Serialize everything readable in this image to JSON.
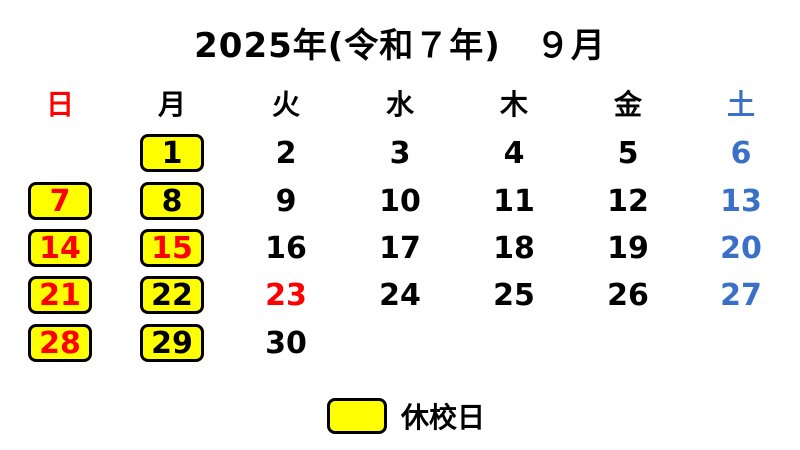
{
  "title": "2025年(令和７年)　９月",
  "colors": {
    "sunday": "#ff0000",
    "saturday": "#3a70c8",
    "weekday": "#000000",
    "holiday_fill": "#ffff00"
  },
  "weekdays": [
    {
      "label": "日",
      "color": "#ff0000"
    },
    {
      "label": "月",
      "color": "#000000"
    },
    {
      "label": "火",
      "color": "#000000"
    },
    {
      "label": "水",
      "color": "#000000"
    },
    {
      "label": "木",
      "color": "#000000"
    },
    {
      "label": "金",
      "color": "#000000"
    },
    {
      "label": "土",
      "color": "#3a70c8"
    }
  ],
  "weeks": [
    [
      null,
      {
        "day": "1",
        "holiday": true,
        "color": "#000000"
      },
      {
        "day": "2",
        "holiday": false,
        "color": "#000000"
      },
      {
        "day": "3",
        "holiday": false,
        "color": "#000000"
      },
      {
        "day": "4",
        "holiday": false,
        "color": "#000000"
      },
      {
        "day": "5",
        "holiday": false,
        "color": "#000000"
      },
      {
        "day": "6",
        "holiday": false,
        "color": "#3a70c8"
      }
    ],
    [
      {
        "day": "7",
        "holiday": true,
        "color": "#ff0000"
      },
      {
        "day": "8",
        "holiday": true,
        "color": "#000000"
      },
      {
        "day": "9",
        "holiday": false,
        "color": "#000000"
      },
      {
        "day": "10",
        "holiday": false,
        "color": "#000000"
      },
      {
        "day": "11",
        "holiday": false,
        "color": "#000000"
      },
      {
        "day": "12",
        "holiday": false,
        "color": "#000000"
      },
      {
        "day": "13",
        "holiday": false,
        "color": "#3a70c8"
      }
    ],
    [
      {
        "day": "14",
        "holiday": true,
        "color": "#ff0000"
      },
      {
        "day": "15",
        "holiday": true,
        "color": "#ff0000"
      },
      {
        "day": "16",
        "holiday": false,
        "color": "#000000"
      },
      {
        "day": "17",
        "holiday": false,
        "color": "#000000"
      },
      {
        "day": "18",
        "holiday": false,
        "color": "#000000"
      },
      {
        "day": "19",
        "holiday": false,
        "color": "#000000"
      },
      {
        "day": "20",
        "holiday": false,
        "color": "#3a70c8"
      }
    ],
    [
      {
        "day": "21",
        "holiday": true,
        "color": "#ff0000"
      },
      {
        "day": "22",
        "holiday": true,
        "color": "#000000"
      },
      {
        "day": "23",
        "holiday": false,
        "color": "#ff0000"
      },
      {
        "day": "24",
        "holiday": false,
        "color": "#000000"
      },
      {
        "day": "25",
        "holiday": false,
        "color": "#000000"
      },
      {
        "day": "26",
        "holiday": false,
        "color": "#000000"
      },
      {
        "day": "27",
        "holiday": false,
        "color": "#3a70c8"
      }
    ],
    [
      {
        "day": "28",
        "holiday": true,
        "color": "#ff0000"
      },
      {
        "day": "29",
        "holiday": true,
        "color": "#000000"
      },
      {
        "day": "30",
        "holiday": false,
        "color": "#000000"
      },
      null,
      null,
      null,
      null
    ]
  ],
  "legend": {
    "label": "休校日"
  }
}
